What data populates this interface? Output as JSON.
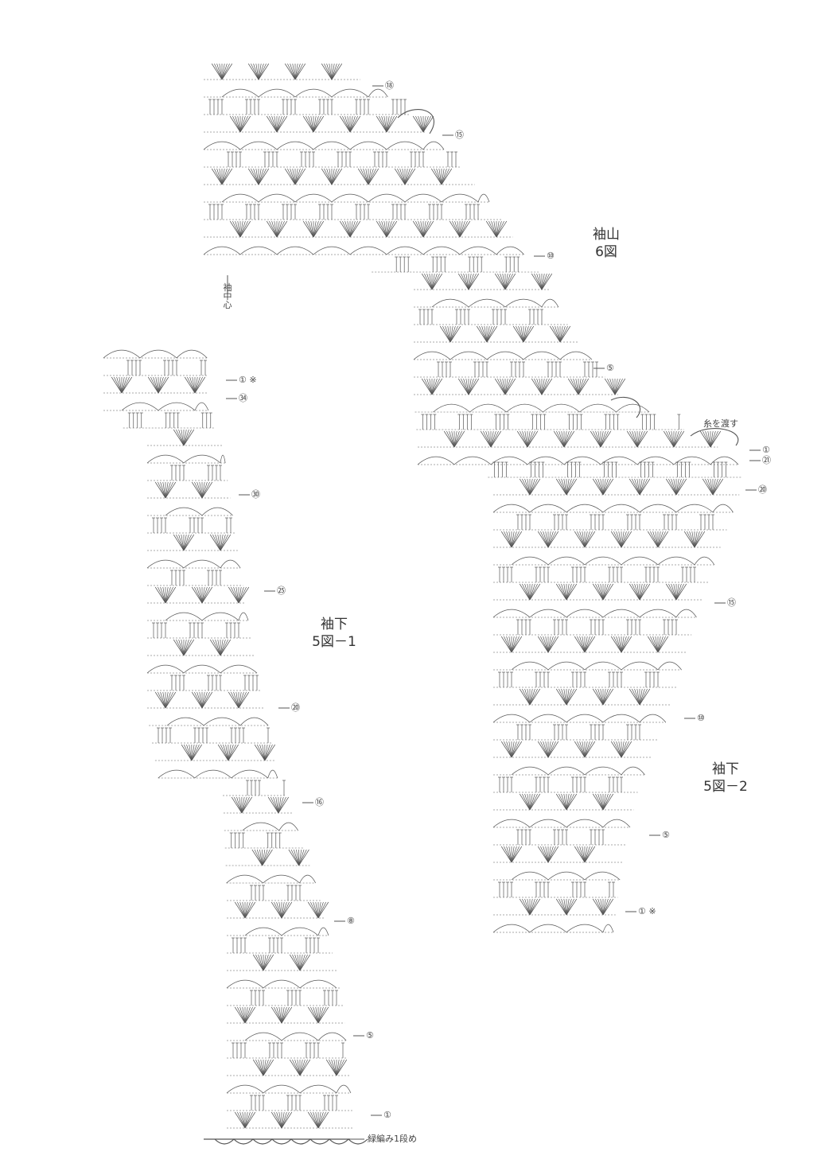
{
  "titles": {
    "sleeve_cap": [
      "袖山",
      "6図"
    ],
    "underarm_1": [
      "袖下",
      "5図－1"
    ],
    "underarm_2": [
      "袖下",
      "5図－2"
    ]
  },
  "annotations": {
    "sleeve_center": "袖中心",
    "pass_yarn": "糸を渡す",
    "edge_first_row": "緑編み1段め"
  },
  "row_markers": {
    "cap": [
      "⑱",
      "⑮",
      "⑩",
      "⑤",
      "①"
    ],
    "part1": [
      "① ※",
      "㉞",
      "㉚",
      "㉕",
      "⑳",
      "⑯",
      "⑧",
      "⑤",
      "①"
    ],
    "part2": [
      "㉑",
      "⑳",
      "⑮",
      "⑩",
      "⑤",
      "① ※"
    ]
  },
  "palette": {
    "ink": "#555555",
    "text": "#333333"
  }
}
